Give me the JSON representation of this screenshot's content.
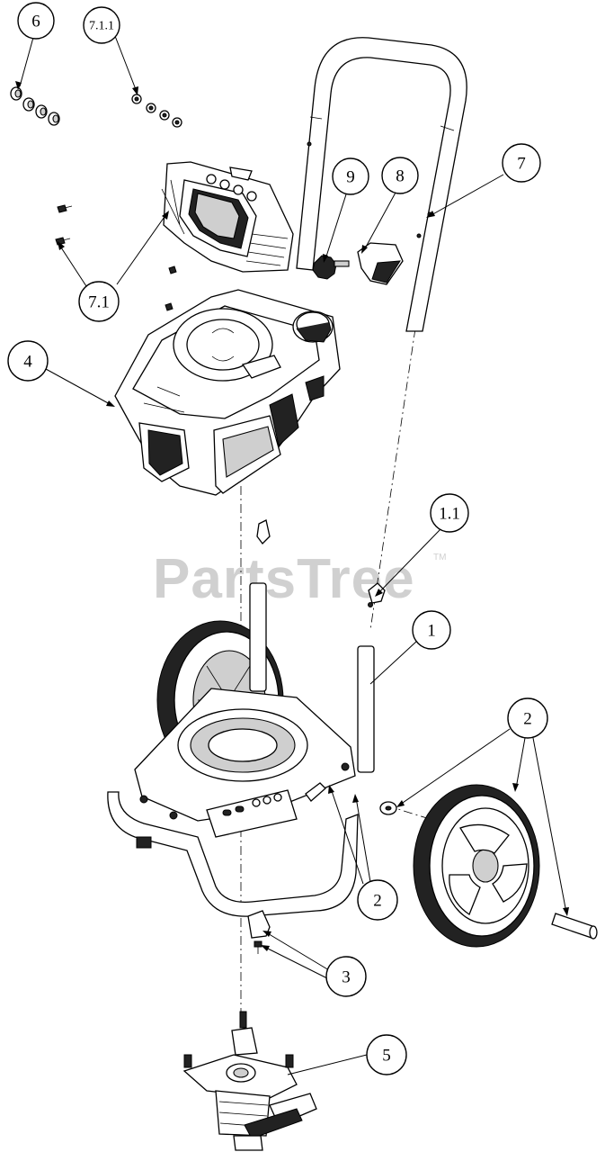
{
  "watermark": {
    "brand": "PartsTree",
    "trademark": "TM"
  },
  "callouts": [
    {
      "label": "6"
    },
    {
      "label": "7.1.1"
    },
    {
      "label": "9"
    },
    {
      "label": "8"
    },
    {
      "label": "7"
    },
    {
      "label": "7.1"
    },
    {
      "label": "4"
    },
    {
      "label": "1.1"
    },
    {
      "label": "1"
    },
    {
      "label": "2"
    },
    {
      "label": "2"
    },
    {
      "label": "3"
    },
    {
      "label": "5"
    }
  ]
}
